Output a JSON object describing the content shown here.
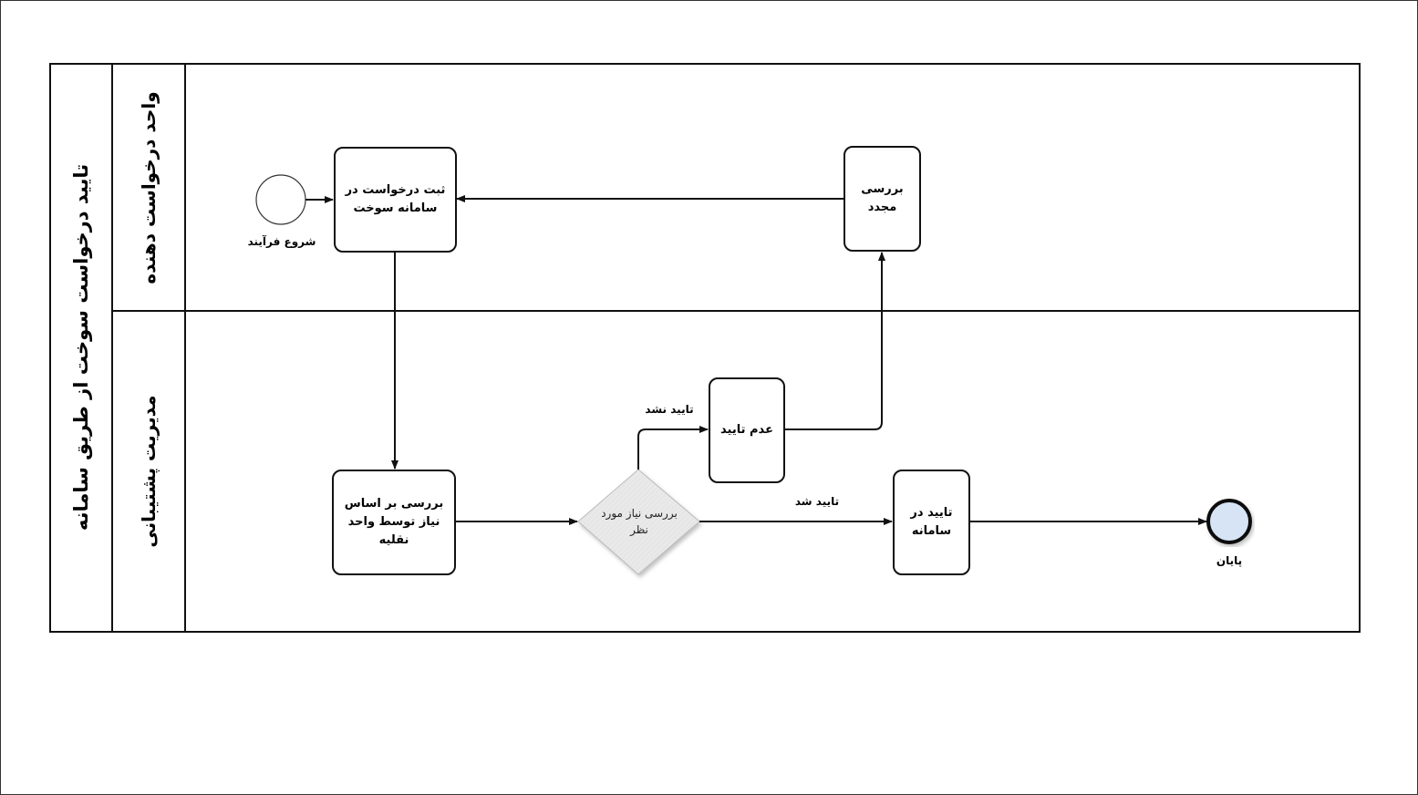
{
  "pool": {
    "title": "تایید درخواست سوخت از طریق سامانه"
  },
  "lanes": [
    {
      "label": "واحد درخواست دهنده"
    },
    {
      "label": "مدیریت پشتیبانی"
    }
  ],
  "events": {
    "start": {
      "label": "شروع فرآیند"
    },
    "end": {
      "label": "پایان"
    }
  },
  "tasks": {
    "register": "ثبت درخواست در سامانه سوخت",
    "recheck": "بررسی مجدد",
    "review": "بررسی بر اساس نیاز توسط واحد نقلیه",
    "reject": "عدم تایید",
    "approve": "تایید در سامانه"
  },
  "gateway": {
    "label": "بررسی  نیاز مورد نظر"
  },
  "flows": {
    "to_reject_label": "تایید نشد",
    "to_approve_label": "تایید شد"
  },
  "colors": {
    "gateway_fill": "#e6e6e6",
    "end_fill": "#d6e4f5",
    "line": "#111111"
  }
}
